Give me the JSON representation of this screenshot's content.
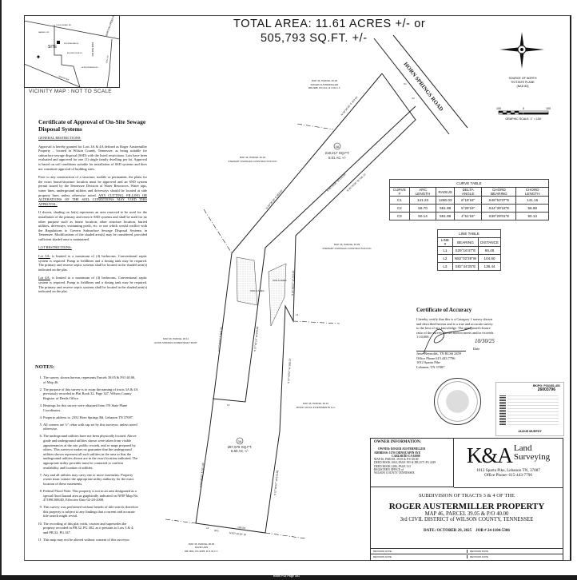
{
  "header": {
    "line1": "TOTAL AREA: 11.61 ACRES +/- or",
    "line2": "505,793 SQ.FT. +/-"
  },
  "vicinity": {
    "caption": "VICINITY MAP : NOT TO SCALE",
    "site": "SITE",
    "roads": [
      "COLES FERRY RD",
      "JARRELL RD",
      "WOODSHORE LN",
      "ELKINGTON BLVD",
      "HORN SPRINGS RD",
      "HORN SPRINGS",
      "SPARTA PIKE",
      "NOLL RD",
      "BARTON CREEK RD",
      "CENTER RD"
    ]
  },
  "sewage": {
    "title": "Certificate of Approval of On-Site Sewage Disposal Systems",
    "general_heading": "GENERAL RESTRICTIONS:",
    "paragraphs": [
      "Approval is hereby granted for Lots 3A & 4A defined as Roger Austermiller Property – located in Wilson County, Tennessee, as being suitable for subsurface sewage disposal (SSD) with the listed restrictions. Lots have been evaluated and approved for one (1) single family dwelling per lot. Approval is based on soil conditions suitable for installation of SSD systems and does not constitute approval of building sites.",
      "Prior to any construction of a structure, mobile or permanent, the plans for the exact house/structure location must be approved and an SSD system permit issued by the Tennessee Division of Water Resources. Water taps, water lines, underground utilities and driveways should be located at side property lines unless otherwise noted.",
      "If shown, shading on lot(s) represents an area reserved to be used for the installation of the primary and reserve SSD systems and shall be used for no other purpose such as house location, other structure location, buried utilities, driveways, swimming pools, etc. or use which would conflict with the Regulations to Govern Subsurface Sewage Disposal Systems in Tennessee. Modifications of the shaded area(s) may be considered, provided sufficient shaded area is maintained."
    ],
    "warning": "ANY CUTTING, FILLING OR ALTERATIONS OF THE SOIL CONDITIONS MAY VOID THIS APPROVAL.",
    "lot_heading": "LOT RESTRICTIONS:",
    "lots": [
      {
        "lot": "Lot 3A:",
        "text": " is limited to a maximum of (4) bedrooms. Conventional septic system is required. Pump to fieldlines and a dosing tank may be required. The primary and reserve septic systems shall be located in the shaded area(s) indicated on the plat."
      },
      {
        "lot": "Lot 4A:",
        "text": " is limited to a maximum of (4) bedrooms. Conventional septic system is required. Pump to fieldlines and a dosing tank may be required. The primary and reserve septic systems shall be located in the shaded area(s) indicated on the plat."
      }
    ]
  },
  "notes": {
    "heading": "NOTES:",
    "items": [
      "The survey, shown hereon, represents Parcels 39.05 & P/O 40.00, of Map 46.",
      "The purpose of this survey is to swap the naming of tracts 3A & 4A previously recorded in Plat Book 32, Page 347, Wilson County Register of Deeds Office.",
      "Bearings for this survey were obtained from TN State Plane Coordinates.",
      "Property address is: 2352 Horn Springs Rd, Lebanon TN 37087.",
      "All corners are ½\" rebar with cap set by this surveyor, unless noted otherwise.",
      "The underground utilities have not been physically located. Above grade and underground utilities shown were taken from visible appurtenances at the site, public records, and or maps prepared by others. This surveyor makes no guarantee that the underground utilities shown represent all such utilities in the area or that the underground utilities shown are in the exact location indicated. The appropriate utility provider must be contacted to confirm availability and location of utilities.",
      "Any and all utilities may carry one or more easements. Property owner must contact the appropriate utility authority for the exact location of these easements.",
      "Federal Flood Note: This property is not in an area designated as a special flood hazard area as graphically indicated on NFIP Map No. 47189C0063D, Effective Date 02-20-2008.",
      "This survey was performed without benefit of title search; therefore this property is subject to any findings that a current and accurate title search might reveal.",
      "The recording of this plat voids, vacates and supersedes the property recorded in PB.32, PG.302, as it pertains to Lots 3 & 4, and PB.32, PG.347.",
      "This map may not be altered without consent of this surveyor."
    ]
  },
  "plat": {
    "road": "HORN SPRINGS ROAD",
    "lot4a": {
      "id": "4A",
      "sqft": "218,217 SQ.FT.",
      "acres": "5.01 AC +/-"
    },
    "lot3a": {
      "id": "3A",
      "sqft": "287,576 SQ.FT.",
      "acres": "6.60 AC +/-"
    },
    "adjoiners": [
      {
        "l1": "MAP 46, PARCEL 40.00",
        "l2": "ROGER AUSTERMILLER",
        "l3": "DB.2286, PG.313, R.O.W.C.T."
      },
      {
        "l1": "MAP 46, PARCEL 40.02",
        "l2": "STEWART KNOWLES CONSTRUCTION INC"
      },
      {
        "l1": "MAP 46, PARCEL 39.09",
        "l2": "STEWART KNOWLES CONSTRUCTION INC"
      },
      {
        "l1": "MAP 46, PARCEL 39.11",
        "l2": "HORN SPRINGS HOMESTEAD TRUST"
      },
      {
        "l1": "MAP 46, PARCEL 39.10",
        "l2": "MOSSY ROCK INVESTMENTS LLC"
      },
      {
        "l1": "MAP 46, PARCEL 38.00",
        "l2": "DAVID LIEN",
        "l3": "DB.1691, PG.2095, R.O.W.C.T."
      }
    ],
    "bearings": [
      "N 35°36'18\" E 319.61'",
      "N 35°36'18\" E 864.01'",
      "S 46°24'00\" W 676.44'",
      "S 46°24'00\" W 746.72'",
      "N 07°40'50\" E 604.35'",
      "S 07°41'18\" W 644.68'",
      "S 07°40'57\" W 284.83'",
      "S 07°40'57\" W 368.07'",
      "N 07°40'32\" E 521.43'",
      "S 07°40'57\" W 515.88'",
      "N 82°19'19\" W",
      "185.09'"
    ],
    "labels": {
      "c1": "C1",
      "c2": "C2",
      "c3": "C3",
      "l1": "L1",
      "l2": "L2",
      "l3": "L3",
      "soils": "SOILS AREA",
      "ipo": "IPO"
    }
  },
  "north": {
    "l1": "SOURCE OF NORTH",
    "l2": "TN STATE PLANE",
    "l3": "(NAD 83)"
  },
  "scale": {
    "left": "100",
    "mid": "0",
    "right": "100",
    "caption": "GRAPHIC SCALE: 1\" = 100'"
  },
  "curve_table": {
    "title": "CURVE TABLE",
    "headers": [
      "CURVE #",
      "ARC LENGTH",
      "RADIUS",
      "DELTA ANGLE",
      "CHORD BEARING",
      "CHORD LENGTH"
    ],
    "rows": [
      [
        "C1",
        "141.23",
        "1280.03",
        "6°19'18\"",
        "S49°53'37\"E",
        "141.16"
      ],
      [
        "C2",
        "56.70",
        "591.88",
        "5°29'19\"",
        "S44°39'18\"E",
        "56.68"
      ],
      [
        "C3",
        "50.14",
        "591.88",
        "4°51'15\"",
        "S39°29'01\"E",
        "50.13"
      ]
    ]
  },
  "line_table": {
    "title": "LINE TABLE",
    "headers": [
      "LINE #",
      "BEARING",
      "DISTANCE"
    ],
    "rows": [
      [
        "L1",
        "S29°16'47\"E",
        "66.48"
      ],
      [
        "L2",
        "N82°02'39\"W",
        "104.60"
      ],
      [
        "L3",
        "S82°44'25\"E",
        "136.44"
      ]
    ]
  },
  "accuracy": {
    "title": "Certificate of Accuracy",
    "text": "I hereby certify that this is a Category 1 survey shown and described hereon and is a true and accurate survey to the best of my knowledge. The unadjusted closure ratio of the survey shown hereon meets and/or exceeds 1:10,000.",
    "signer": "Jesse Reynolds, TN RLS# 2459",
    "phone": "Office Phone 615.443.7796",
    "addr1": "1012 Sparta Pike",
    "addr2": "Lebanon, TN 37087",
    "date_label": "Date",
    "date": "10/30/25"
  },
  "stamp": {
    "text": "JESSE REYNOLDS REGISTERED LAND SURVEYOR TENNESSEE"
  },
  "recording": {
    "book": "BK/PG: P33/451-451",
    "number": "26003796",
    "clerk": "JACKIE MURPHY"
  },
  "owner": {
    "heading": "OWNER INFORMATION:",
    "lines": [
      "OWNER: ROGER AUSTERMILLER",
      "ADDRESS: 1170 CHINQUAPIN AVE",
      "CARLSBAD CA 92008",
      "MAP 46, PARCEL 39.05 & P/O 40.00",
      "DEED BOOK 1604, PAGE 395 & DB 2571 PG 2249",
      "DEED BOOK 2286, PAGE 313",
      "REGISTER'S OFFICE of",
      "WILSON COUNTY TENNESSEE"
    ]
  },
  "company": {
    "logo": "K&A",
    "name1": "Land",
    "name2": "Surveying",
    "address": "1012 Sparta Pike, Lebanon TN, 37087",
    "phone": "Office Phone- 615-443-7796"
  },
  "title_block": {
    "sub": "SUBDIVISION OF TRACTS 3 & 4 OF THE",
    "main": "ROGER AUSTERMILLER PROPERTY",
    "map": "MAP 46, PARCEL 39.05 & P/O 40.00",
    "district": "3rd CIVIL DISTRICT of WILSON COUNTY, TENNESSEE",
    "date": "DATE: OCTOBER 29, 2025",
    "job": "JOB # 24-1104-5306",
    "revision_label": "REVISION DATE"
  },
  "footer": {
    "book": "Book P33 Page 451"
  }
}
